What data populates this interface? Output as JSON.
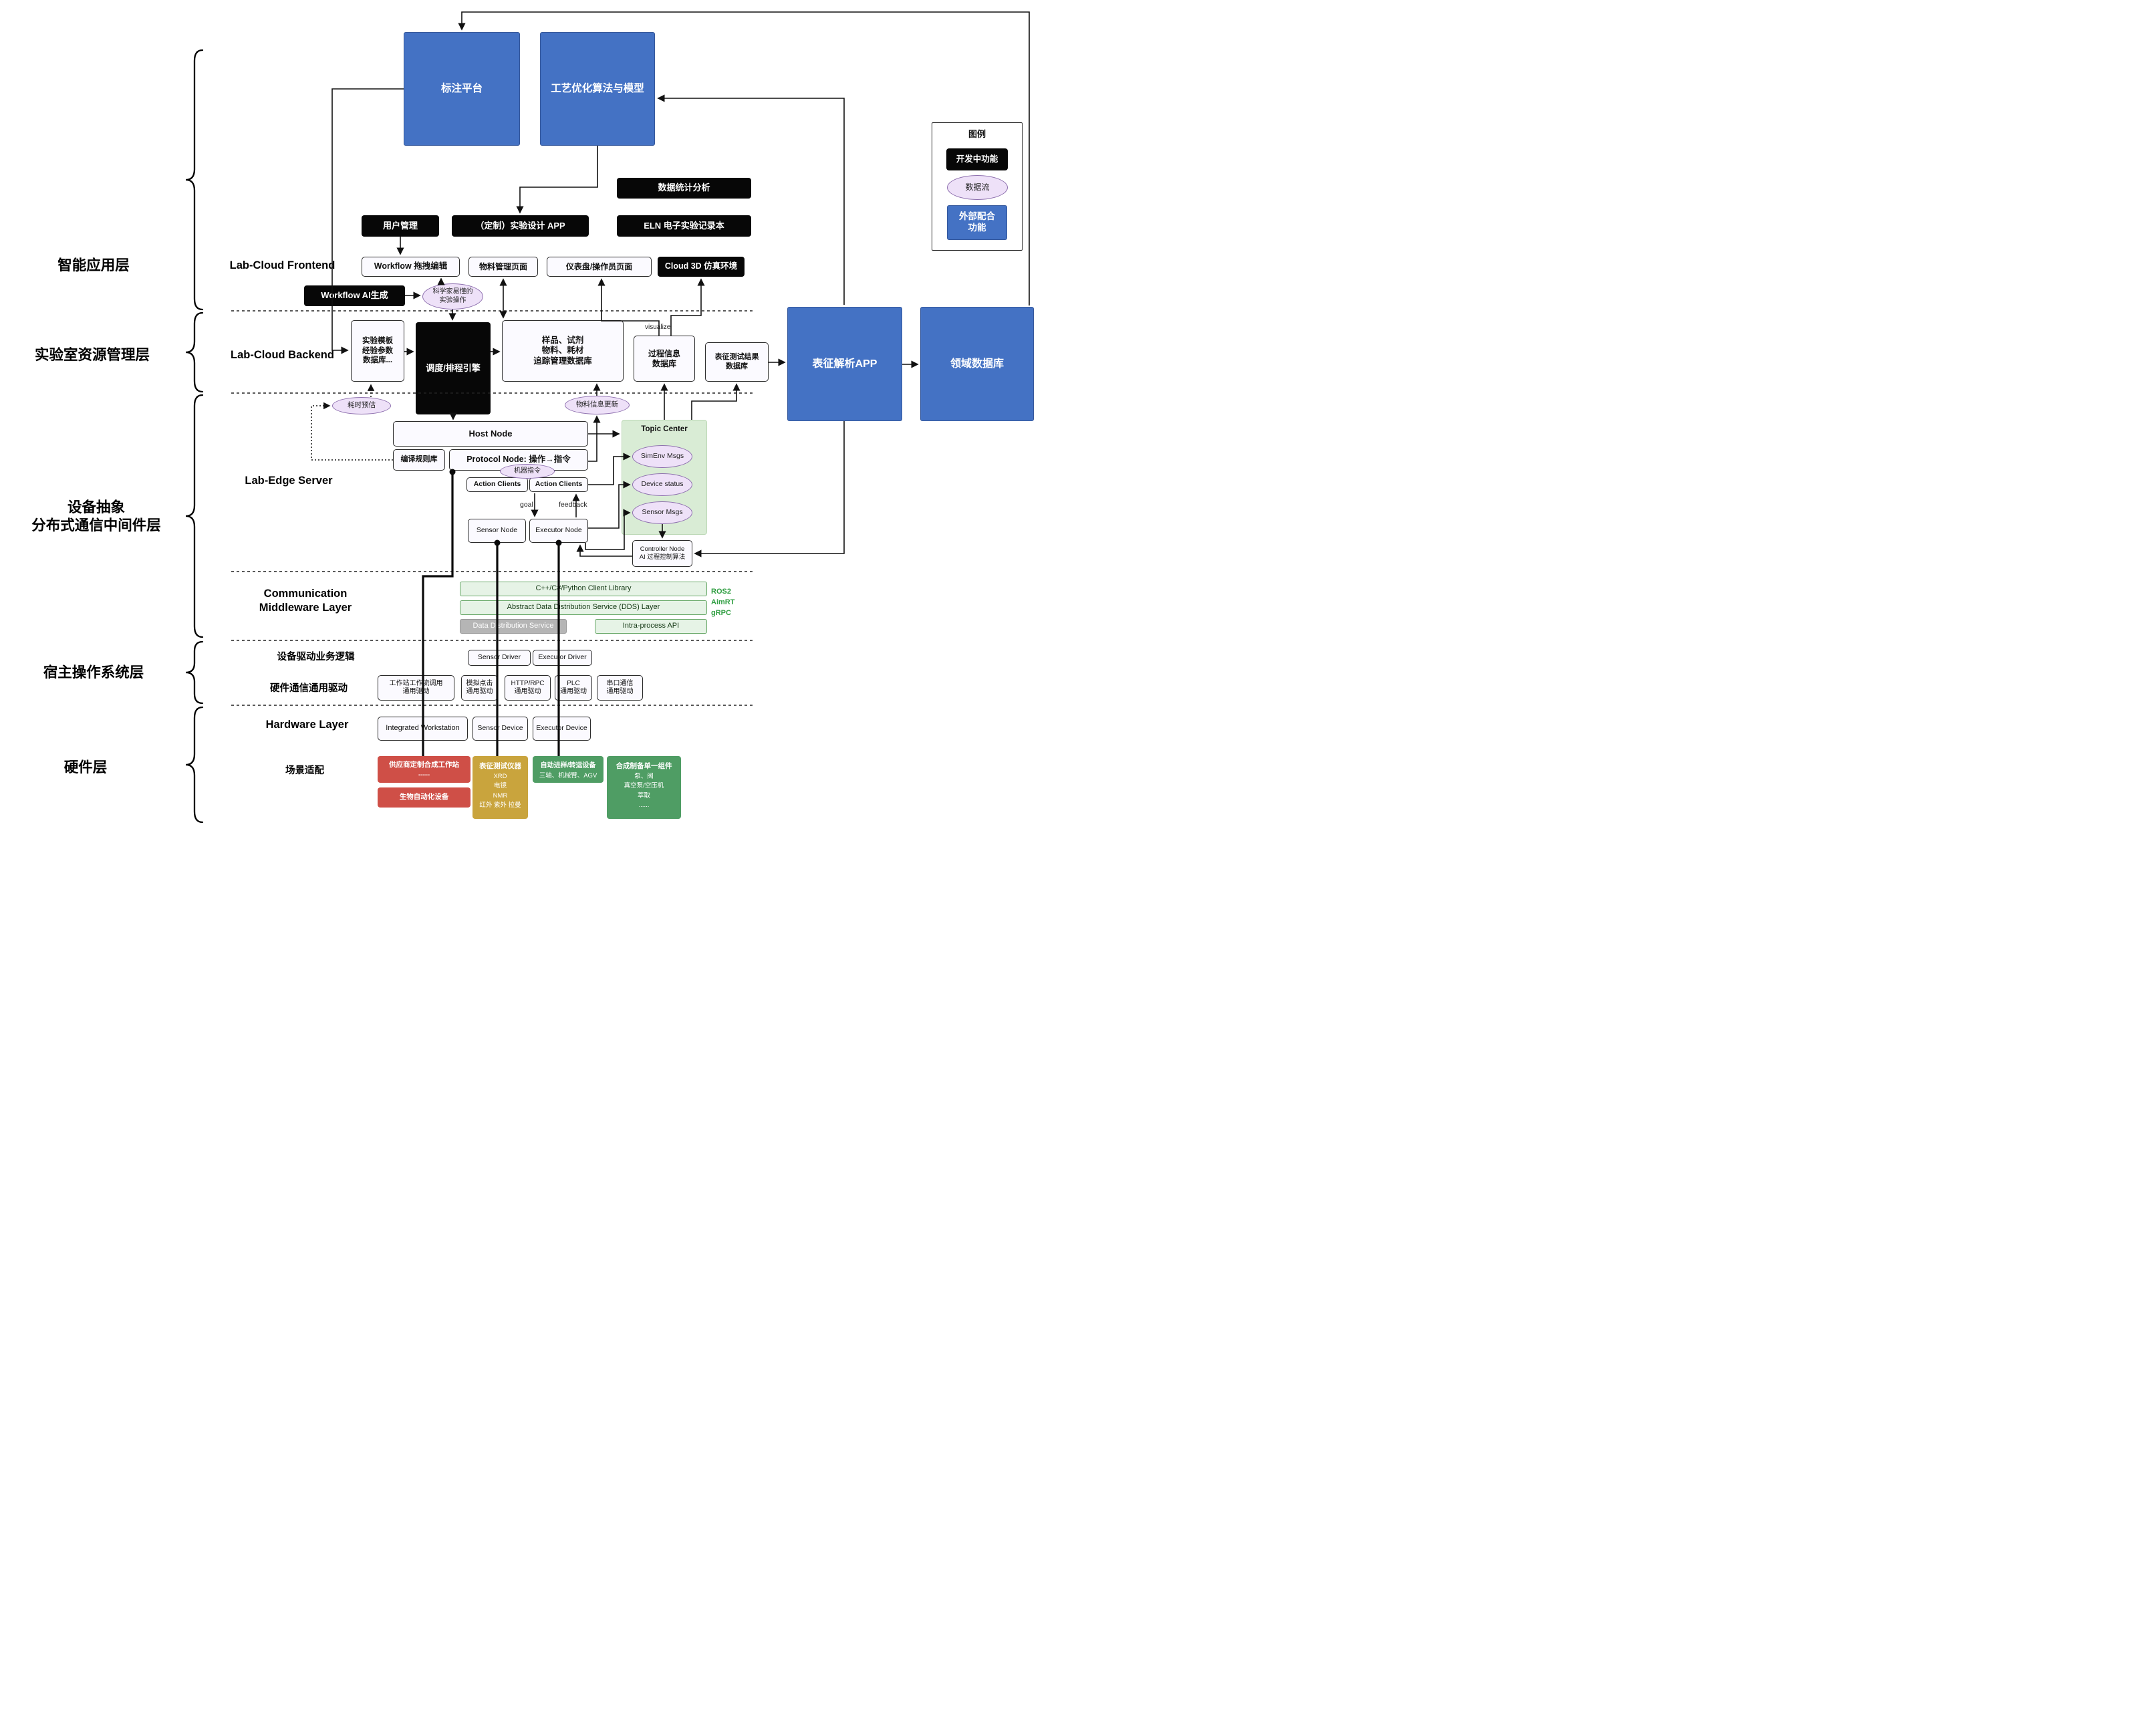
{
  "legend": {
    "title": "图例",
    "developing": "开发中功能",
    "dataflow": "数据流",
    "external": "外部配合\n功能"
  },
  "layers": {
    "app": "智能应用层",
    "resource": "实验室资源管理层",
    "abstraction": "设备抽象\n分布式通信中间件层",
    "host_os": "宿主操作系统层",
    "hardware": "硬件层"
  },
  "sections": {
    "frontend": "Lab-Cloud Frontend",
    "backend": "Lab-Cloud Backend",
    "edge": "Lab-Edge Server",
    "comm": "Communication\nMiddleware Layer",
    "driver_logic": "设备驱动业务逻辑",
    "hw_driver": "硬件通信通用驱动",
    "hw_layer": "Hardware Layer",
    "scenario": "场景适配"
  },
  "top": {
    "annotation": "标注平台",
    "optimization": "工艺优化算法与模型"
  },
  "frontend": {
    "data_stats": "数据统计分析",
    "user_mgmt": "用户管理",
    "exp_design": "（定制）实验设计 APP",
    "eln": "ELN 电子实验记录本",
    "workflow_edit": "Workflow 拖拽编辑",
    "material_page": "物料管理页面",
    "dashboard": "仪表盘/操作员页面",
    "cloud3d": "Cloud 3D 仿真环境",
    "workflow_ai": "Workflow AI生成",
    "sci_ops": "科学家易懂的\n实验操作"
  },
  "backend": {
    "template_db": "实验模板\n经验参数\n数据库...",
    "scheduler": "调度/排程引擎",
    "sample_db": "样品、试剂\n物料、耗材\n追踪管理数据库",
    "process_db": "过程信息\n数据库",
    "char_result_db": "表征测试结果\n数据库",
    "visualize": "visualize",
    "char_app": "表征解析APP",
    "domain_db": "领域数据库",
    "time_estimate": "耗时预估",
    "material_update": "物料信息更新"
  },
  "edge": {
    "host_node": "Host Node",
    "rule_lib": "编译规则库",
    "protocol_node": "Protocol Node: 操作→指令",
    "machine_cmd": "机器指令",
    "action_clients_1": "Action Clients",
    "action_clients_2": "Action Clients",
    "goal": "goal",
    "feedback": "feedback",
    "sensor_node": "Sensor Node",
    "executor_node": "Executor Node",
    "topic_center": "Topic Center",
    "simenv_msgs": "SimEnv Msgs",
    "device_status": "Device status",
    "sensor_msgs": "Sensor Msgs",
    "controller_node": "Controller Node\nAI 过程控制算法"
  },
  "middleware": {
    "client_lib": "C++/C#/Python Client Library",
    "dds_layer": "Abstract Data Distribution Service (DDS) Layer",
    "dds": "Data Distribution Service",
    "intra_api": "Intra-process API",
    "frameworks": "ROS2\nAimRT\ngRPC"
  },
  "drivers": {
    "sensor_driver": "Sensor Driver",
    "executor_driver": "Executor Driver",
    "workstation_driver": "工作站工作流调用\n通用驱动",
    "click_driver": "模拟点击\n通用驱动",
    "http_driver": "HTTP/RPC\n通用驱动",
    "plc_driver": "PLC\n通用驱动",
    "serial_driver": "串口通信\n通用驱动"
  },
  "hardware": {
    "workstation": "Integrated Workstation",
    "sensor_device": "Sensor Device",
    "executor_device": "Executor Device",
    "vendor_ws": "供应商定制合成工作站\n......",
    "bio_auto": "生物自动化设备",
    "char_title": "表征测试仪器",
    "char_items": "XRD\n电镜\nNMR\n红外 紫外 拉曼",
    "transfer_title": "自动进样/转运设备",
    "transfer_items": "三轴、机械臂、AGV",
    "synthesis_title": "合成制备单一组件",
    "synthesis_items": "泵、阀\n真空泵/空压机\n萃取\n......"
  },
  "colors": {
    "primary_blue": "#4472c4",
    "developing_black": "#070707",
    "dataflow_purple": "#eee1f8",
    "topic_green": "#d9ecd5",
    "middleware_green": "#e6f3e6",
    "vendor_red": "#cf4f47",
    "instrument_mustard": "#c9a43d",
    "device_green": "#4f9d64"
  }
}
